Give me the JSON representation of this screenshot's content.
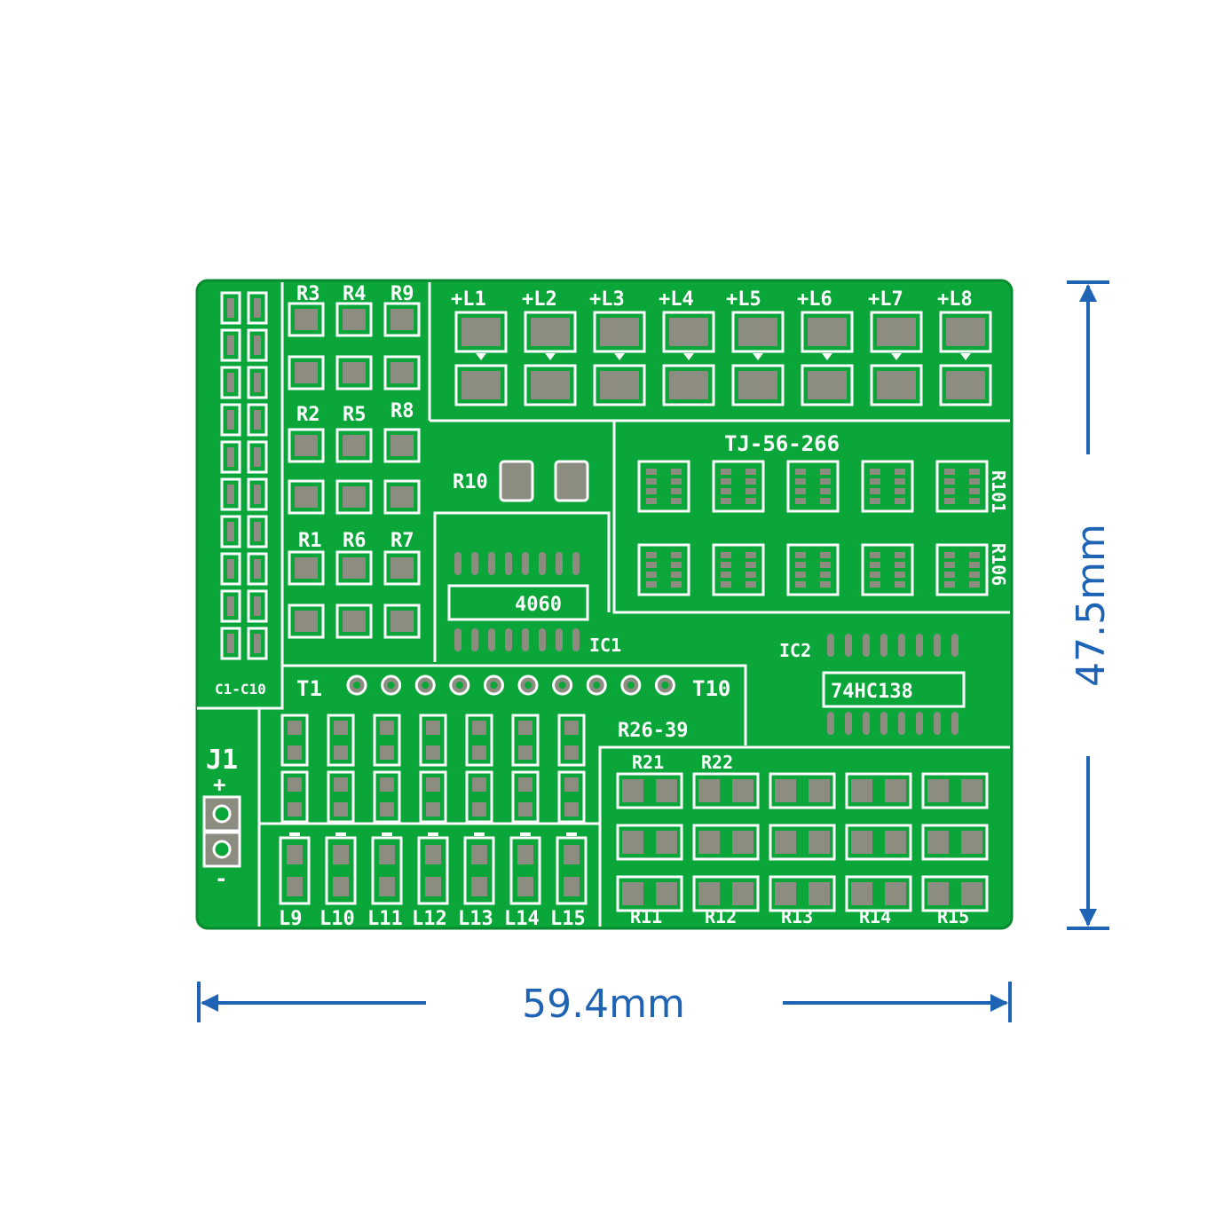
{
  "colors": {
    "board": "#0aa63a",
    "board_edge": "#078a30",
    "silk": "#ffffff",
    "pad": "#8c8c80",
    "dimension": "#1f63b5"
  },
  "dimensions": {
    "width_label": "59.4mm",
    "height_label": "47.5mm"
  },
  "silkscreen": {
    "top_left_resistors": [
      "R3",
      "R4",
      "R9",
      "R2",
      "R5",
      "R8",
      "R1",
      "R6",
      "R7"
    ],
    "leds_top": [
      "+L1",
      "+L2",
      "+L3",
      "+L4",
      "+L5",
      "+L6",
      "+L7",
      "+L8"
    ],
    "r10": "R10",
    "tj": "TJ-56-266",
    "r101": "R101",
    "r106": "R106",
    "ic1_chip": "4060",
    "ic1_label": "IC1",
    "ic2_label": "IC2",
    "ic2_chip": "74HC138",
    "cap_label": "C1-C10",
    "t1": "T1",
    "t10": "T10",
    "r26": "R26-39",
    "r21": "R21",
    "r22": "R22",
    "j1": "J1",
    "j1_plus": "+",
    "j1_minus": "-",
    "leds_bottom": [
      "L9",
      "L10",
      "L11",
      "L12",
      "L13",
      "L14",
      "L15"
    ],
    "bottom_resistors": [
      "R11",
      "R12",
      "R13",
      "R14",
      "R15"
    ]
  }
}
